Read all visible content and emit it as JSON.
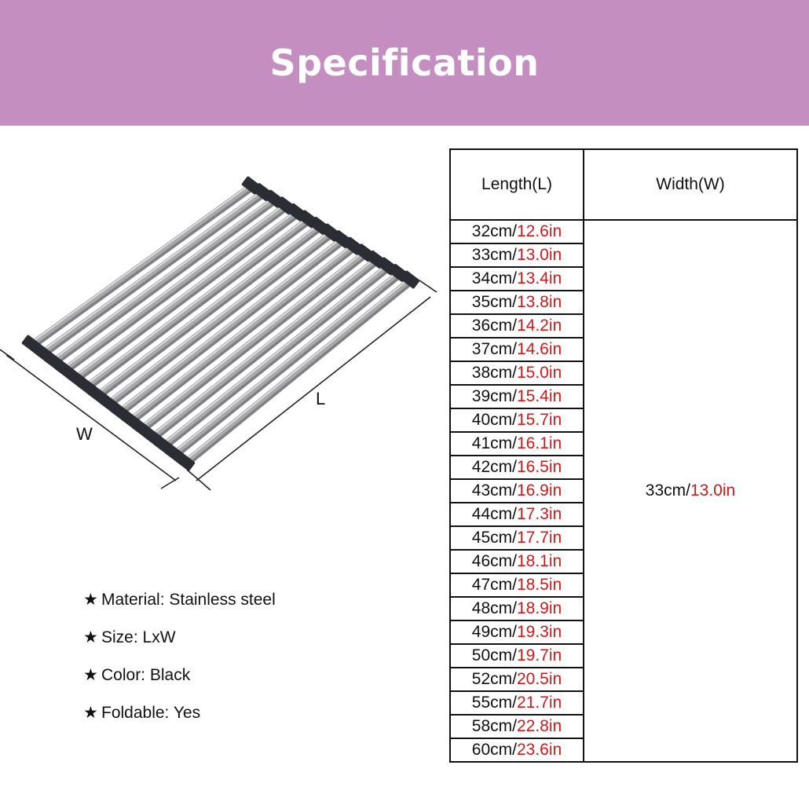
{
  "header": {
    "title": "Specification"
  },
  "illustration": {
    "length_label": "L",
    "width_label": "W",
    "rod_color": "#a9a9ab",
    "cap_color": "#2a2d33"
  },
  "specs": [
    {
      "star": "★",
      "text": "Material: Stainless steel"
    },
    {
      "star": "★",
      "text": "Size: LxW"
    },
    {
      "star": "★",
      "text": "Color: Black"
    },
    {
      "star": "★",
      "text": "Foldable: Yes"
    }
  ],
  "table": {
    "headers": [
      "Length(L)",
      "Width(W)"
    ],
    "width": {
      "cm": "33cm/",
      "inch": "13.0in"
    },
    "lengths": [
      {
        "cm": "32cm/",
        "inch": "12.6in"
      },
      {
        "cm": "33cm/",
        "inch": "13.0in"
      },
      {
        "cm": "34cm/",
        "inch": "13.4in"
      },
      {
        "cm": "35cm/",
        "inch": "13.8in"
      },
      {
        "cm": "36cm/",
        "inch": "14.2in"
      },
      {
        "cm": "37cm/",
        "inch": "14.6in"
      },
      {
        "cm": "38cm/",
        "inch": "15.0in"
      },
      {
        "cm": "39cm/",
        "inch": "15.4in"
      },
      {
        "cm": "40cm/",
        "inch": "15.7in"
      },
      {
        "cm": "41cm/",
        "inch": "16.1in"
      },
      {
        "cm": "42cm/",
        "inch": "16.5in"
      },
      {
        "cm": "43cm/",
        "inch": "16.9in"
      },
      {
        "cm": "44cm/",
        "inch": "17.3in"
      },
      {
        "cm": "45cm/",
        "inch": "17.7in"
      },
      {
        "cm": "46cm/",
        "inch": "18.1in"
      },
      {
        "cm": "47cm/",
        "inch": "18.5in"
      },
      {
        "cm": "48cm/",
        "inch": "18.9in"
      },
      {
        "cm": "49cm/",
        "inch": "19.3in"
      },
      {
        "cm": "50cm/",
        "inch": "19.7in"
      },
      {
        "cm": "52cm/",
        "inch": "20.5in"
      },
      {
        "cm": "55cm/",
        "inch": "21.7in"
      },
      {
        "cm": "58cm/",
        "inch": "22.8in"
      },
      {
        "cm": "60cm/",
        "inch": "23.6in"
      }
    ]
  }
}
